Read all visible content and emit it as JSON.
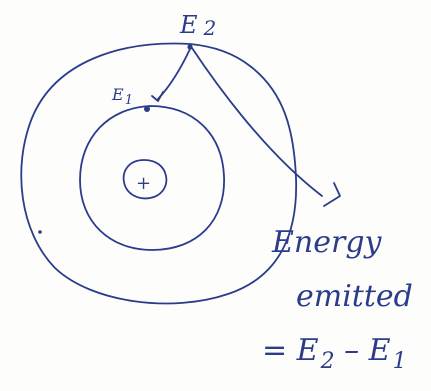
{
  "labels": {
    "upper_level": "E",
    "upper_level_sub": "2",
    "lower_level": "E",
    "lower_level_sub": "1",
    "nucleus": "+",
    "energy_line1": "Energy",
    "energy_line2": "emitted",
    "energy_eq_lhs": "= E",
    "energy_eq_sub_a": "2",
    "energy_eq_mid": " – E",
    "energy_eq_sub_b": "1"
  },
  "colors": {
    "ink": "#2a3c8a",
    "paper": "#fdfdfc"
  }
}
